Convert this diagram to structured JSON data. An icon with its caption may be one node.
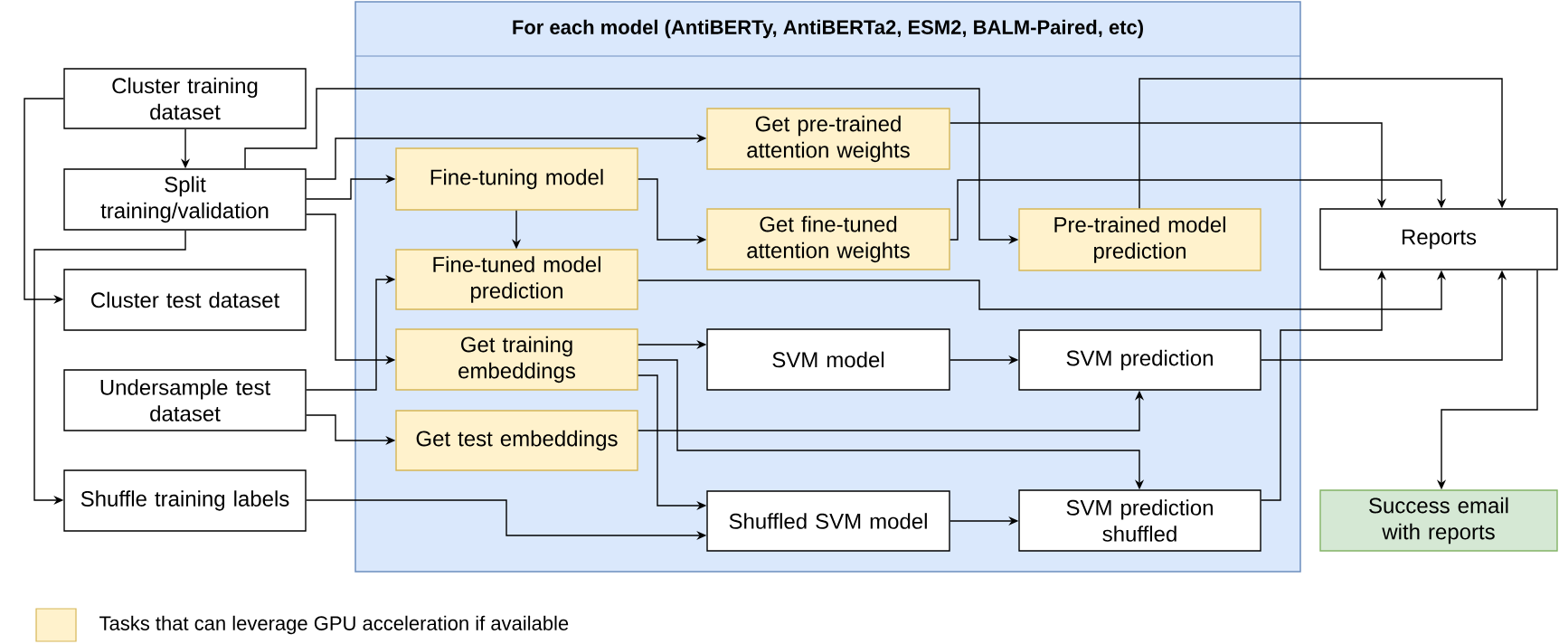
{
  "diagram": {
    "nodes": [
      {
        "text": [
          "Cluster training dataset"
        ]
      },
      {
        "text": [
          "Split training/validation"
        ]
      },
      {
        "text": [
          "Cluster test dataset"
        ]
      },
      {
        "text": [
          "Undersample test dataset"
        ]
      },
      {
        "text": [
          "Shuffle training labels"
        ]
      },
      {
        "text": [
          "For each model (AntiBERTy, AntiBERTa2, ESM2, BALM-Paired, etc)"
        ]
      },
      {
        "text": [
          "Get pre-trained attention weights"
        ],
        "in": 5
      },
      {
        "text": [
          "Fine-tuning model"
        ],
        "in": 5
      },
      {
        "text": [
          "Get fine-tuned attention weights"
        ],
        "in": 5
      },
      {
        "text": [
          "Pre-trained model prediction"
        ],
        "in": 5
      },
      {
        "text": [
          "Fine-tuned model prediction"
        ],
        "in": 5
      },
      {
        "text": [
          "Get training embeddings"
        ],
        "in": 5
      },
      {
        "text": [
          "SVM model"
        ],
        "in": 5
      },
      {
        "text": [
          "SVM prediction"
        ],
        "in": 5
      },
      {
        "text": [
          "Get test embeddings"
        ],
        "in": 5
      },
      {
        "text": [
          "Shuffled SVM model"
        ],
        "in": 5
      },
      {
        "text": [
          "SVM prediction shuffled"
        ],
        "in": 5
      },
      {
        "text": [
          "Reports"
        ]
      },
      {
        "text": [
          "Success email with reports"
        ]
      }
    ],
    "edges": [
      {
        "from": 0,
        "to": 1,
        "arrow": "to"
      },
      {
        "from": 0,
        "to": 2,
        "arrow": "to"
      },
      {
        "from": 1,
        "to": 4,
        "arrow": "to"
      },
      {
        "from": 1,
        "to": 6,
        "arrow": "to"
      },
      {
        "from": 1,
        "to": 7,
        "arrow": "to"
      },
      {
        "from": 1,
        "to": 11,
        "arrow": "to"
      },
      {
        "from": 1,
        "to": 9,
        "arrow": "to"
      },
      {
        "from": 7,
        "to": 10,
        "arrow": "to"
      },
      {
        "from": 7,
        "to": 8,
        "arrow": "to"
      },
      {
        "from": 3,
        "to": 10,
        "arrow": "to"
      },
      {
        "from": 3,
        "to": 14,
        "arrow": "to"
      },
      {
        "from": 4,
        "to": 15,
        "arrow": "to"
      },
      {
        "from": 11,
        "to": 12,
        "arrow": "to"
      },
      {
        "from": 11,
        "to": 16,
        "arrow": "to"
      },
      {
        "from": 11,
        "to": 15,
        "arrow": "to"
      },
      {
        "from": 14,
        "to": 13,
        "arrow": "to"
      },
      {
        "from": 12,
        "to": 13,
        "arrow": "to"
      },
      {
        "from": 15,
        "to": 16,
        "arrow": "to"
      },
      {
        "from": 6,
        "to": 17,
        "arrow": "to"
      },
      {
        "from": 8,
        "to": 17,
        "arrow": "to"
      },
      {
        "from": 9,
        "to": 17,
        "arrow": "to"
      },
      {
        "from": 10,
        "to": 17,
        "arrow": "to"
      },
      {
        "from": 13,
        "to": 17,
        "arrow": "to"
      },
      {
        "from": 16,
        "to": 17,
        "arrow": "to"
      },
      {
        "from": 17,
        "to": 18,
        "arrow": "to"
      }
    ],
    "legend": [
      {
        "text": "Tasks that can leverage GPU acceleration if available",
        "color": "#fff2cc"
      }
    ]
  }
}
